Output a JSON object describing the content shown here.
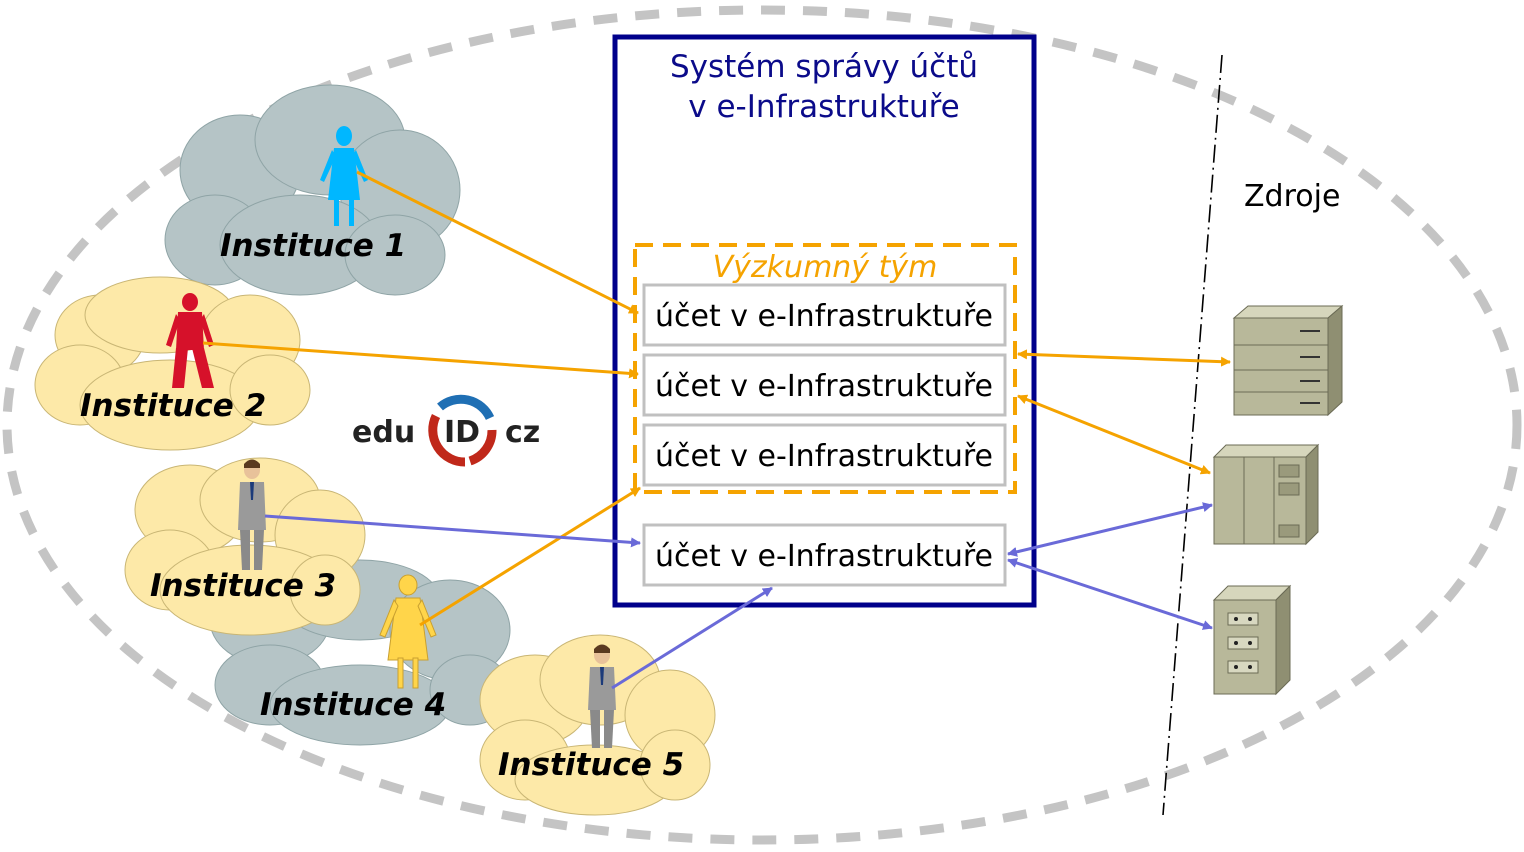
{
  "system": {
    "title_line1": "Systém správy účtů",
    "title_line2": "v e-Infrastruktuře"
  },
  "team": {
    "label": "Výzkumný tým"
  },
  "accounts": [
    {
      "label": "účet v e-Infrastruktuře"
    },
    {
      "label": "účet v e-Infrastruktuře"
    },
    {
      "label": "účet v e-Infrastruktuře"
    },
    {
      "label": "účet v e-Infrastruktuře"
    }
  ],
  "resources": {
    "label": "Zdroje"
  },
  "institutions": [
    {
      "label": "Instituce 1"
    },
    {
      "label": "Instituce 2"
    },
    {
      "label": "Instituce 3"
    },
    {
      "label": "Instituce 4"
    },
    {
      "label": "Instituce 5"
    }
  ],
  "logo": {
    "left": "edu",
    "middle": "ID",
    "right": "cz"
  },
  "colors": {
    "border_gray": "#bfbfbf",
    "system_blue": "#00008b",
    "team_orange": "#f5a300",
    "arrow_orange": "#f5a300",
    "arrow_purple": "#6a6ad8",
    "cloud_gray": "#b5c4c6",
    "cloud_yellow": "#fde9a8",
    "person1": "#00b7ff",
    "person2": "#d6112a",
    "person4": "#ffd54a",
    "suit": "#9a9a9a",
    "server": "#b8b89a"
  }
}
